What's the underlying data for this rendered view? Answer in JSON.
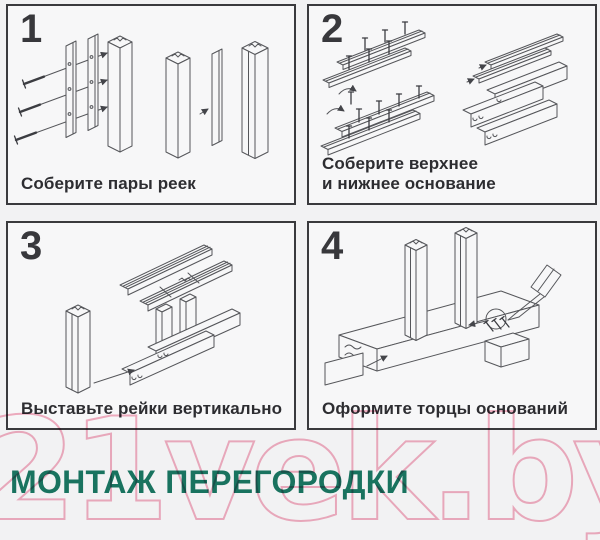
{
  "page": {
    "title": "МОНТАЖ ПЕРЕГОРОДКИ",
    "watermark": "21vek.by"
  },
  "colors": {
    "title": "#19735F",
    "watermark_outline": "#F4B0C3",
    "background": "#F2F2F3",
    "panel_background": "#F7F7F8",
    "panel_border": "#3A3A3D",
    "line_art": "#55565A",
    "text": "#2D2D31"
  },
  "steps": [
    {
      "number": "1",
      "caption": "Соберите пары реек",
      "illustration": "slat-pairs-screwed-together"
    },
    {
      "number": "2",
      "caption": "Соберите верхнее\nи нижнее основание",
      "illustration": "top-and-bottom-base-rails-with-screws"
    },
    {
      "number": "3",
      "caption": "Выставьте рейки вертикально",
      "illustration": "vertical-slats-set-between-bases"
    },
    {
      "number": "4",
      "caption": "Оформите торцы оснований",
      "illustration": "base-ends-finished-with-caps-and-screwdriver"
    }
  ]
}
